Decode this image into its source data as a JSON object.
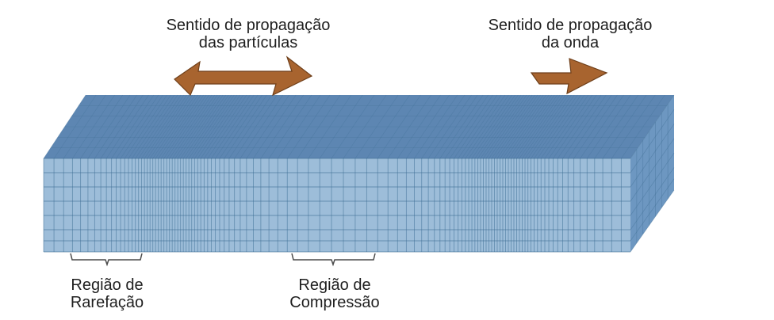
{
  "labels": {
    "particle_direction": {
      "line1": "Sentido de propagação",
      "line2": "das partículas"
    },
    "wave_direction": {
      "line1": "Sentido de propagação",
      "line2": "da onda"
    },
    "rarefaction": {
      "line1": "Região de",
      "line2": "Rarefação"
    },
    "compression": {
      "line1": "Região de",
      "line2": "Compressão"
    }
  },
  "colors": {
    "front_face": "#9dbdd9",
    "top_face": "#5d86b2",
    "side_face": "#6d97c1",
    "grid_line": "#3d6d93",
    "arrow_fill": "#a8642f",
    "arrow_stroke": "#6e3f1a"
  },
  "icons": {
    "particle_arrow": "double-headed-arrow",
    "wave_arrow": "right-arrow"
  }
}
